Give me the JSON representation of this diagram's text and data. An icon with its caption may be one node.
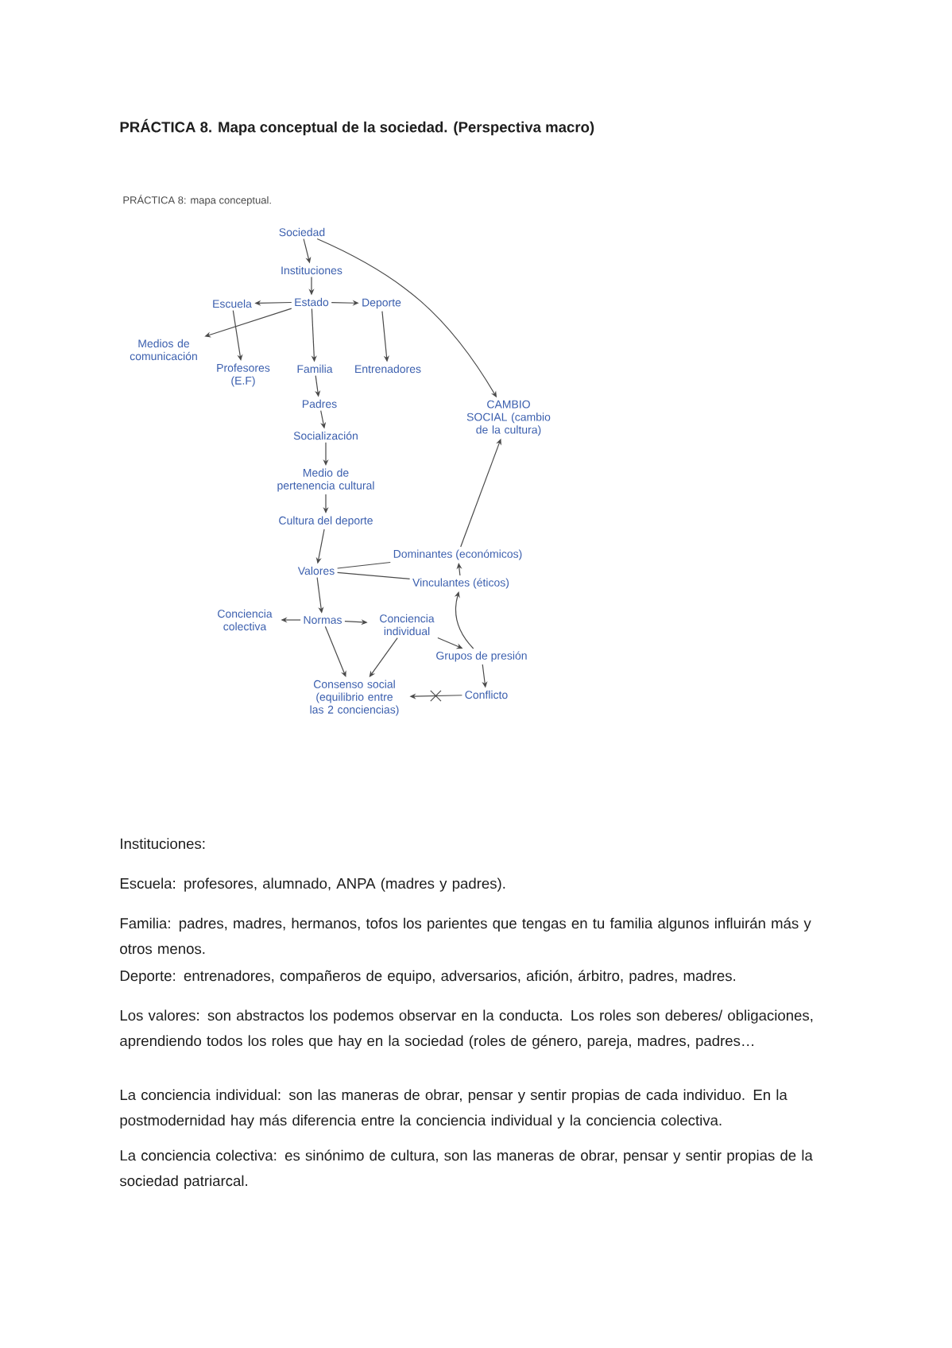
{
  "diagram": {
    "title": "PRÁCTICA 8. Mapa conceptual de la sociedad. (Perspectiva macro)",
    "nodes": [
      {
        "text": [
          "Sociedad"
        ]
      },
      {
        "text": [
          "Instituciones"
        ]
      },
      {
        "text": [
          "Estado"
        ]
      },
      {
        "text": [
          "Escuela"
        ]
      },
      {
        "text": [
          "Deporte"
        ]
      },
      {
        "text": [
          "Medios de comunicación"
        ]
      },
      {
        "text": [
          "Profesores (E.F)"
        ]
      },
      {
        "text": [
          "Familia"
        ]
      },
      {
        "text": [
          "Entrenadores"
        ]
      },
      {
        "text": [
          "Padres"
        ]
      },
      {
        "text": [
          "Socialización"
        ]
      },
      {
        "text": [
          "Medio de pertenencia cultural"
        ]
      },
      {
        "text": [
          "Cultura del deporte"
        ]
      },
      {
        "text": [
          "Valores"
        ]
      },
      {
        "text": [
          "Dominantes (económicos)"
        ]
      },
      {
        "text": [
          "Vinculantes (éticos)"
        ]
      },
      {
        "text": [
          "Normas"
        ]
      },
      {
        "text": [
          "Conciencia colectiva"
        ]
      },
      {
        "text": [
          "Conciencia individual"
        ]
      },
      {
        "text": [
          "Grupos de presión"
        ]
      },
      {
        "text": [
          "Conflicto"
        ]
      },
      {
        "text": [
          "Consenso social (equilibrio entre las 2 conciencias)"
        ]
      },
      {
        "text": [
          "CAMBIO SOCIAL (cambio de la cultura)"
        ]
      }
    ],
    "edges": [
      {
        "from": 0,
        "to": 1,
        "arrow": "to"
      },
      {
        "from": 1,
        "to": 2,
        "arrow": "to"
      },
      {
        "from": 2,
        "to": 3,
        "arrow": "to"
      },
      {
        "from": 2,
        "to": 4,
        "arrow": "to"
      },
      {
        "from": 2,
        "to": 5,
        "arrow": "to"
      },
      {
        "from": 3,
        "to": 6,
        "arrow": "to"
      },
      {
        "from": 2,
        "to": 7,
        "arrow": "to"
      },
      {
        "from": 4,
        "to": 8,
        "arrow": "to"
      },
      {
        "from": 7,
        "to": 9,
        "arrow": "to"
      },
      {
        "from": 9,
        "to": 10,
        "arrow": "to"
      },
      {
        "from": 10,
        "to": 11,
        "arrow": "to"
      },
      {
        "from": 11,
        "to": 12,
        "arrow": "to"
      },
      {
        "from": 12,
        "to": 13,
        "arrow": "to"
      },
      {
        "from": 13,
        "to": 14,
        "arrow": "none"
      },
      {
        "from": 13,
        "to": 15,
        "arrow": "none"
      },
      {
        "from": 15,
        "to": 14,
        "arrow": "to"
      },
      {
        "from": 14,
        "to": 22,
        "arrow": "to"
      },
      {
        "from": 0,
        "to": 22,
        "arrow": "to"
      },
      {
        "from": 13,
        "to": 16,
        "arrow": "to"
      },
      {
        "from": 16,
        "to": 17,
        "arrow": "to"
      },
      {
        "from": 16,
        "to": 18,
        "arrow": "to"
      },
      {
        "from": 16,
        "to": 21,
        "arrow": "to"
      },
      {
        "from": 18,
        "to": 21,
        "arrow": "to"
      },
      {
        "from": 18,
        "to": 19,
        "arrow": "to"
      },
      {
        "from": 19,
        "to": 15,
        "arrow": "to"
      },
      {
        "from": 19,
        "to": 20,
        "arrow": "to"
      },
      {
        "from": 20,
        "to": 21,
        "arrow": "to"
      }
    ],
    "labels": [
      "PRÁCTICA 8: mapa conceptual.",
      "Instituciones:",
      "Escuela: profesores, alumnado, ANPA (madres y padres).",
      "Familia: padres, madres, hermanos, tofos los parientes que tengas en tu familia algunos influirán más y otros menos.",
      "Deporte: entrenadores, compañeros de equipo, adversarios, afición, árbitro, padres, madres.",
      "Los valores: son abstractos los podemos observar en la conducta. Los roles son deberes/ obligaciones, aprendiendo todos los roles que hay en la sociedad (roles de género, pareja, madres, padres…",
      "La conciencia individual: son las maneras de obrar, pensar y sentir propias de cada individuo. En la postmodernidad hay más diferencia entre la conciencia individual y la conciencia colectiva.",
      "La conciencia colectiva: es sinónimo de cultura, son las maneras de obrar, pensar y sentir propias de la sociedad patriarcal."
    ]
  }
}
